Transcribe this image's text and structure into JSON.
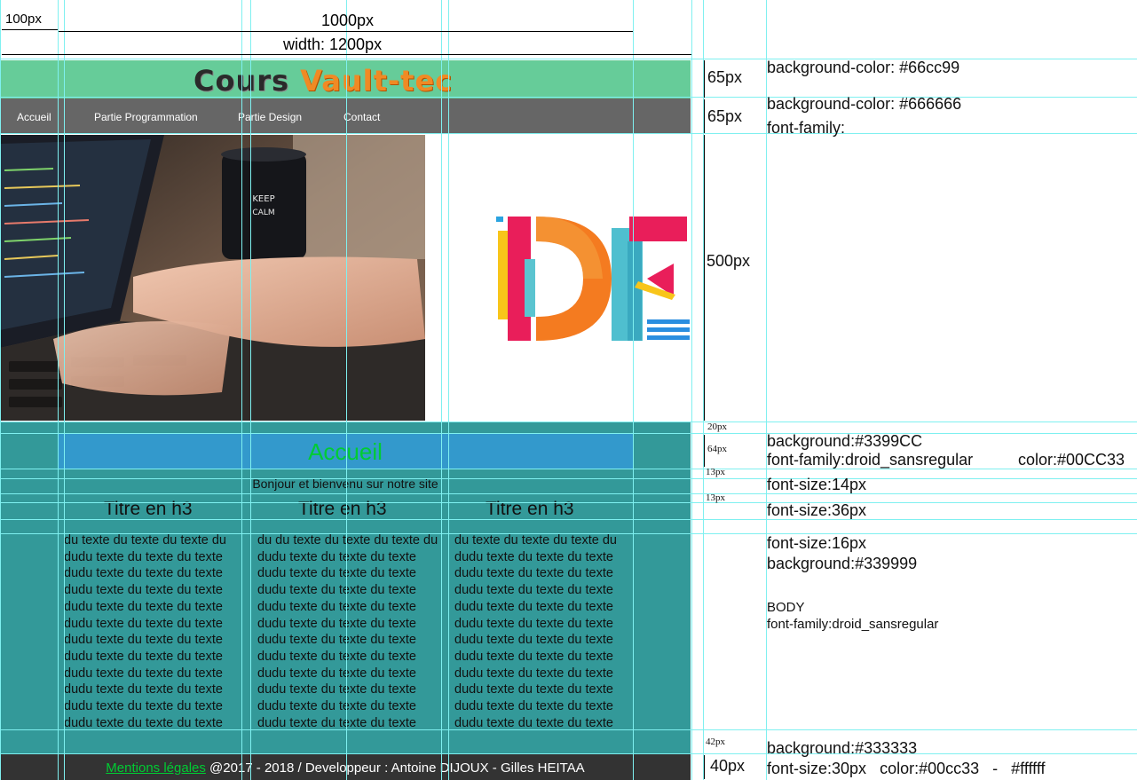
{
  "top_annotations": {
    "margin_label": "100px",
    "inner_width_label": "1000px",
    "total_width_label": "width: 1200px"
  },
  "header": {
    "logo_part1": "Cours ",
    "logo_part2": "Vault-tec",
    "height_label": "65px",
    "spec": "background-color: #66cc99"
  },
  "nav": {
    "items": [
      {
        "label": "Accueil"
      },
      {
        "label": "Partie Programmation"
      },
      {
        "label": "Partie Design"
      },
      {
        "label": "Contact"
      }
    ],
    "height_label": "65px",
    "spec_bg": "background-color: #666666",
    "spec_font": "font-family:"
  },
  "hero": {
    "height_label": "500px"
  },
  "main": {
    "gap_label_1": "20px",
    "title_height_label": "64px",
    "gap_label_2": "13px",
    "gap_label_3": "13px",
    "title": "Accueil",
    "intro": "Bonjour et bienvenu sur notre site",
    "headings": [
      "Titre en h3",
      "Titre en h3",
      "Titre en h3"
    ],
    "columns": [
      "du texte du texte du texte du\ndudu texte du texte du texte\ndudu texte du texte du texte\ndudu texte du texte du texte\ndudu texte du texte du texte\ndudu texte du texte du texte\ndudu texte du texte du texte\ndudu texte du texte du texte\ndudu texte du texte du texte\ndudu texte du texte du texte\ndudu texte du texte du texte\ndudu texte du texte du texte",
      "du du texte du texte du texte du\ndudu texte du texte du texte\ndudu texte du texte du texte\ndudu texte du texte du texte\ndudu texte du texte du texte\ndudu texte du texte du texte\ndudu texte du texte du texte\ndudu texte du texte du texte\ndudu texte du texte du texte\ndudu texte du texte du texte\ndudu texte du texte du texte\ndudu texte du texte du texte",
      "du texte du texte du texte du\ndudu texte du texte du texte\ndudu texte du texte du texte\ndudu texte du texte du texte\ndudu texte du texte du texte\ndudu texte du texte du texte\ndudu texte du texte du texte\ndudu texte du texte du texte\ndudu texte du texte du texte\ndudu texte du texte du texte\ndudu texte du texte du texte\ndudu texte du texte du texte"
    ],
    "spec_title_bg": "background:#3399CC",
    "spec_title_font": "font-family:droid_sansregular",
    "spec_title_color": "color:#00CC33",
    "spec_intro": "font-size:14px",
    "spec_h3": "font-size:36px",
    "spec_col_size": "font-size:16px",
    "spec_col_bg": "background:#339999",
    "spec_body": "BODY",
    "spec_body_font": "font-family:droid_sansregular"
  },
  "footer": {
    "gap_label": "42px",
    "height_label": "40px",
    "link": "Mentions légales",
    "text": " @2017 - 2018 / Developpeur : Antoine DIJOUX - Gilles HEITAA",
    "spec_bg": "background:#333333",
    "spec_font": "font-size:30px   color:#00cc33   -   #ffffff"
  },
  "colors": {
    "header": "#66cc99",
    "nav": "#666666",
    "title_bar": "#3399cc",
    "main": "#339999",
    "footer": "#333333",
    "accent": "#00cc33"
  }
}
